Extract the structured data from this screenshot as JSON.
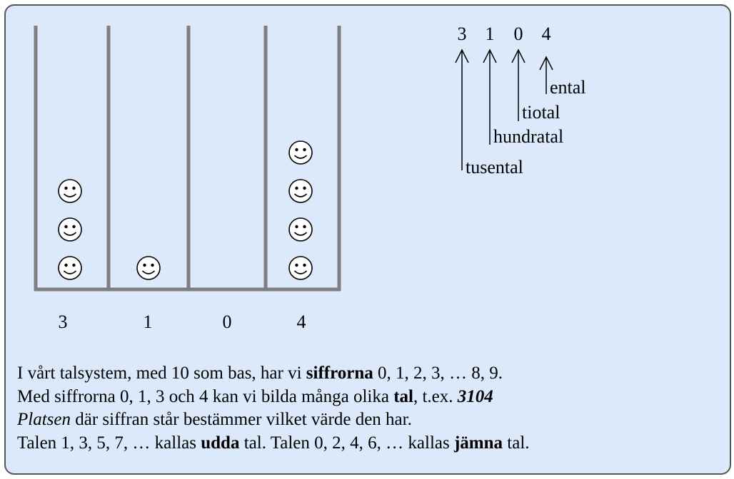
{
  "diagram": {
    "column_digits": [
      3,
      1,
      0,
      4
    ],
    "column_labels": [
      "3",
      "1",
      "0",
      "4"
    ],
    "number_top": [
      "3",
      "1",
      "0",
      "4"
    ],
    "place_labels": {
      "ental": "ental",
      "tiotal": "tiotal",
      "hundratal": "hundratal",
      "tusental": "tusental"
    }
  },
  "text": {
    "l1_a": "I vårt talsystem, med 10 som bas, har vi ",
    "l1_b": "siffrorna",
    "l1_c": " 0, 1, 2, 3, … 8, 9.",
    "l2_a": "Med siffrorna 0, 1, 3 och 4 kan vi bilda många olika ",
    "l2_b": "tal",
    "l2_c": ", t.ex. ",
    "l2_d": "3104",
    "l3_a": "Platsen",
    "l3_b": " där siffran står bestämmer vilket värde den har.",
    "l4_a": "Talen 1, 3, 5, 7, … kallas ",
    "l4_b": "udda",
    "l4_c": " tal. Talen 0, 2, 4, 6, … kallas ",
    "l4_d": "jämna",
    "l4_e": " tal."
  }
}
